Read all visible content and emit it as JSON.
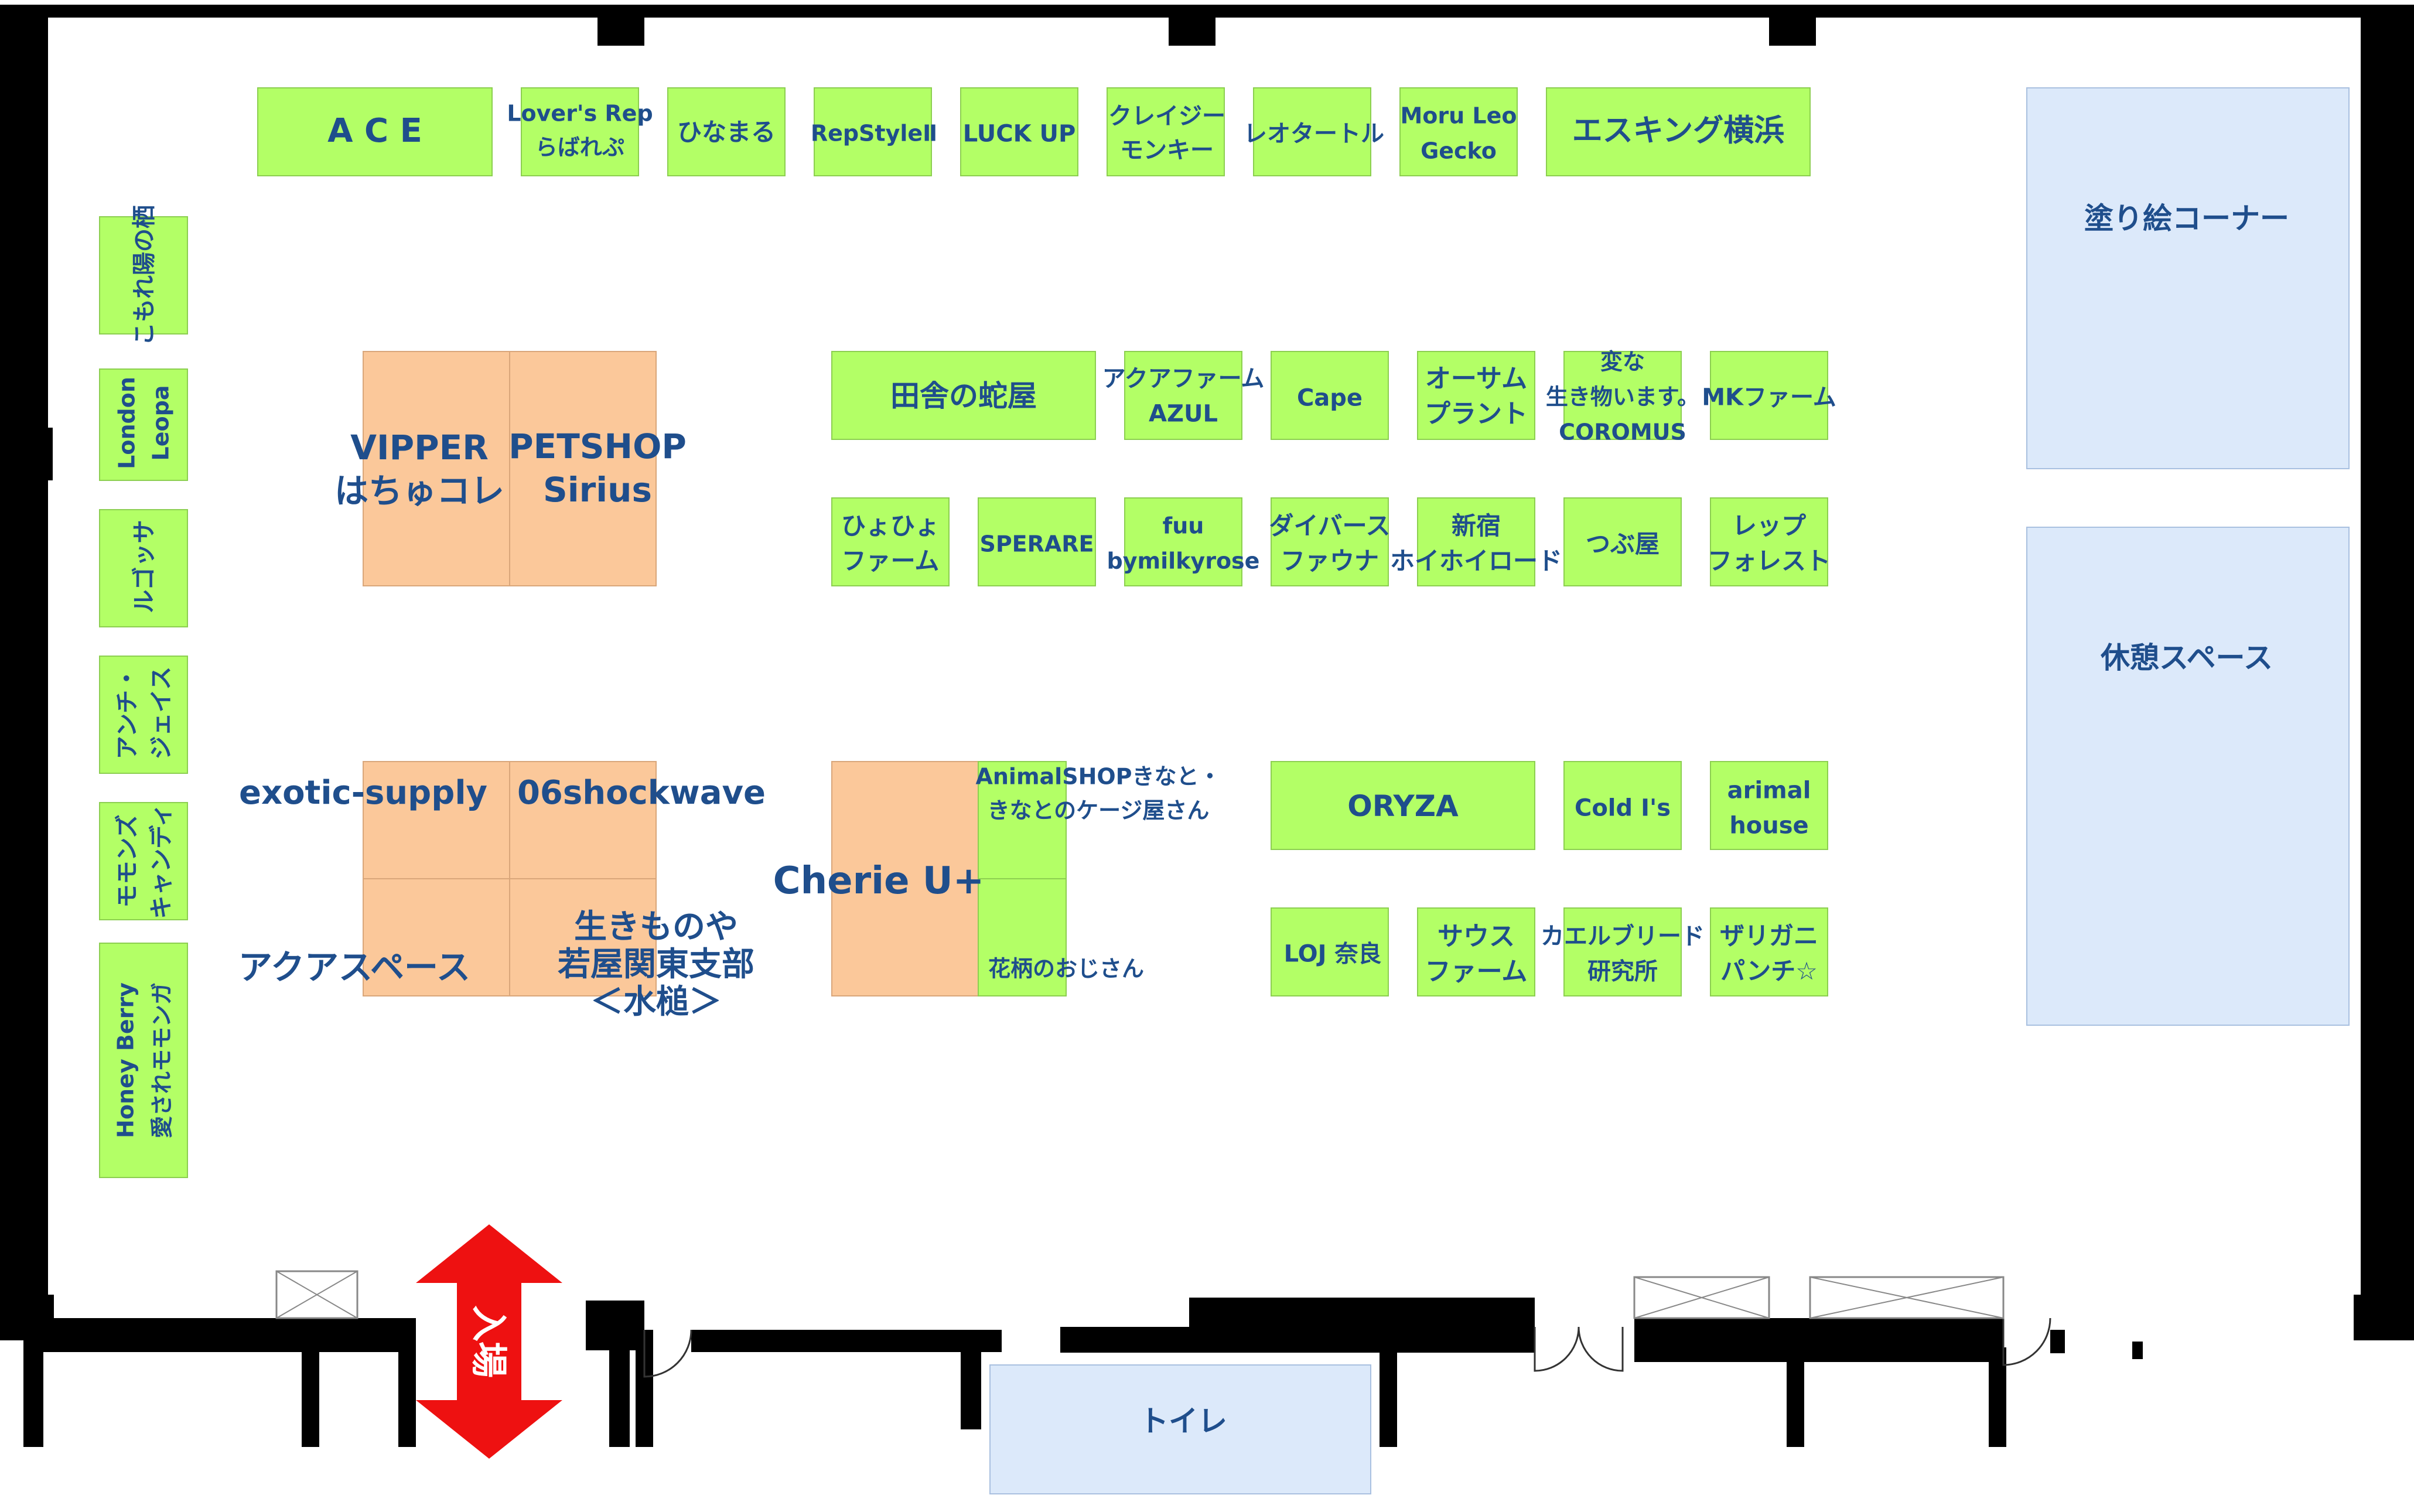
{
  "colors": {
    "booth_green": "#b3ff66",
    "booth_orange": "#fbc89a",
    "area_blue": "#dce9fa",
    "wall": "#000000",
    "text": "#1f4e8c",
    "entrance_arrow": "#ee1111"
  },
  "entrance": {
    "label": "入場"
  },
  "booths": [
    {
      "id": "ace",
      "lines": [
        "A C E"
      ]
    },
    {
      "id": "lovers-rep",
      "lines": [
        "Lover's Rep",
        "らばれぷ"
      ]
    },
    {
      "id": "hinamaru",
      "lines": [
        "ひなまる"
      ]
    },
    {
      "id": "repstyle",
      "lines": [
        "RepStyleⅡ"
      ]
    },
    {
      "id": "luck-up",
      "lines": [
        "LUCK UP"
      ]
    },
    {
      "id": "crazy-monkey",
      "lines": [
        "クレイジー",
        "モンキー"
      ]
    },
    {
      "id": "leotartle",
      "lines": [
        "レオタートル"
      ]
    },
    {
      "id": "moru-leo",
      "lines": [
        "Moru Leo",
        "Gecko"
      ]
    },
    {
      "id": "esking",
      "lines": [
        "エスキング横浜"
      ]
    },
    {
      "id": "komorebi",
      "lines": [
        "こもれ陽の栖"
      ]
    },
    {
      "id": "london-leopa",
      "lines": [
        "London",
        "Leopa"
      ]
    },
    {
      "id": "rugossa",
      "lines": [
        "ルゴッサ"
      ]
    },
    {
      "id": "anchi-jeis",
      "lines": [
        "アンチ・",
        "ジェイス"
      ]
    },
    {
      "id": "momons",
      "lines": [
        "モモンズ",
        "キャンディ"
      ]
    },
    {
      "id": "honey-berry",
      "lines": [
        "Honey Berry",
        "愛されモモンガ"
      ]
    },
    {
      "id": "vipper",
      "lines": [
        "VIPPER",
        "はちゅコレ"
      ]
    },
    {
      "id": "petshop-sirius",
      "lines": [
        "PETSHOP",
        "Sirius"
      ]
    },
    {
      "id": "inaka",
      "lines": [
        "田舎の蛇屋"
      ]
    },
    {
      "id": "aqua-farm",
      "lines": [
        "アクアファーム",
        "AZUL"
      ]
    },
    {
      "id": "cape",
      "lines": [
        "Cape"
      ]
    },
    {
      "id": "osamu-plant",
      "lines": [
        "オーサム",
        "プラント"
      ]
    },
    {
      "id": "henna",
      "lines": [
        "変な",
        "生き物います。",
        "COROMUS"
      ]
    },
    {
      "id": "mk-farm",
      "lines": [
        "MKファーム"
      ]
    },
    {
      "id": "hiyohiyo",
      "lines": [
        "ひょひょ",
        "ファーム"
      ]
    },
    {
      "id": "sperare",
      "lines": [
        "SPERARE"
      ]
    },
    {
      "id": "fuu",
      "lines": [
        "fuu",
        "bymilkyrose"
      ]
    },
    {
      "id": "diverse",
      "lines": [
        "ダイバース",
        "ファウナ"
      ]
    },
    {
      "id": "shinjuku",
      "lines": [
        "新宿",
        "ホイホイロード"
      ]
    },
    {
      "id": "tsubo",
      "lines": [
        "つぶ屋"
      ]
    },
    {
      "id": "rep-forest",
      "lines": [
        "レップ",
        "フォレスト"
      ]
    },
    {
      "id": "exotic-supply",
      "lines": [
        "exotic-supply"
      ]
    },
    {
      "id": "06shockwave",
      "lines": [
        "06shockwave"
      ]
    },
    {
      "id": "aqua-space",
      "lines": [
        "アクアスペース"
      ]
    },
    {
      "id": "ikimonoya",
      "lines": [
        "生きものや",
        "若屋関東支部",
        "＜水槌＞"
      ]
    },
    {
      "id": "cherie",
      "lines": [
        "Cherie U+"
      ]
    },
    {
      "id": "animalshop",
      "lines": [
        "AnimalSHOPきなと・",
        "きなとのケージ屋さん"
      ]
    },
    {
      "id": "hanagara",
      "lines": [
        "花柄のおじさん"
      ]
    },
    {
      "id": "oryza",
      "lines": [
        "ORYZA"
      ]
    },
    {
      "id": "cold-is",
      "lines": [
        "Cold I's"
      ]
    },
    {
      "id": "arimal",
      "lines": [
        "arimal",
        "house"
      ]
    },
    {
      "id": "loj",
      "lines": [
        "LOJ 奈良"
      ]
    },
    {
      "id": "saus",
      "lines": [
        "サウス",
        "ファーム"
      ]
    },
    {
      "id": "kaeru",
      "lines": [
        "カエルブリード",
        "研究所"
      ]
    },
    {
      "id": "zarigani",
      "lines": [
        "ザリガニ",
        "パンチ☆"
      ]
    }
  ],
  "areas": [
    {
      "id": "coloring",
      "lines": [
        "塗り絵コーナー"
      ]
    },
    {
      "id": "rest",
      "lines": [
        "休憩スペース"
      ]
    },
    {
      "id": "toilet",
      "lines": [
        "トイレ"
      ]
    }
  ]
}
